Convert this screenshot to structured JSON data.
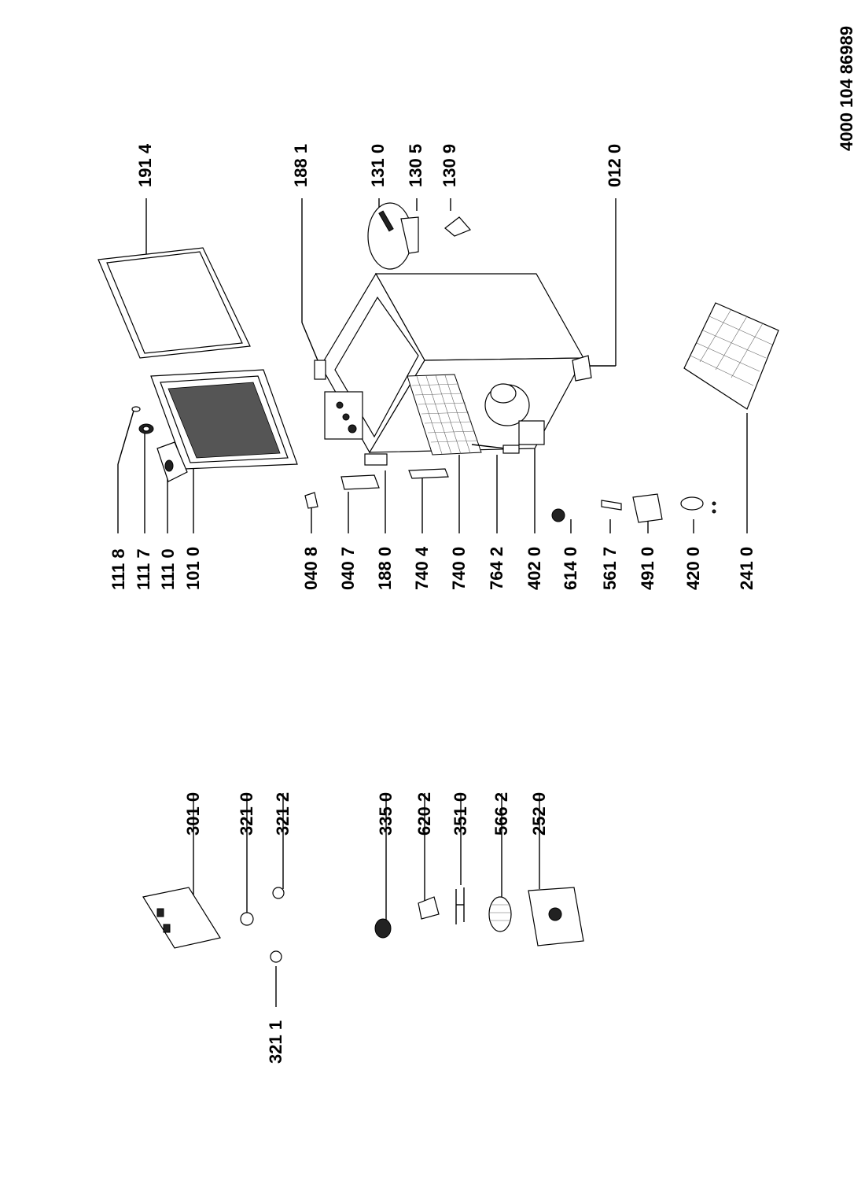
{
  "document_number": "4000 104 86989",
  "labels": {
    "p1118": "111 8",
    "p1117": "111 7",
    "p1110": "111 0",
    "p1010": "101 0",
    "p0408": "040 8",
    "p0407": "040 7",
    "p1880": "188 0",
    "p7404": "740 4",
    "p7400": "740 0",
    "p7642": "764 2",
    "p4020": "402 0",
    "p6140": "614 0",
    "p5617": "561 7",
    "p4910": "491 0",
    "p4200": "420 0",
    "p2410": "241 0",
    "p1914": "191 4",
    "p1881": "188 1",
    "p1310": "131 0",
    "p1305": "130 5",
    "p1309": "130 9",
    "p0120": "012 0",
    "p3010": "301 0",
    "p3210": "321 0",
    "p3212": "321 2",
    "p3211": "321 1",
    "p3350": "335 0",
    "p6202": "620 2",
    "p3510": "351 0",
    "p5662": "566 2",
    "p2520": "252 0"
  }
}
